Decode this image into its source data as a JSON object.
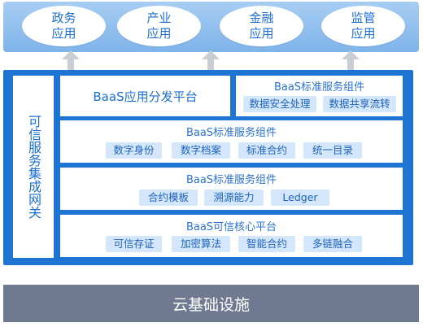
{
  "applications": {
    "items": [
      "政务\n应用",
      "产业\n应用",
      "金融\n应用",
      "监管\n应用"
    ]
  },
  "gateway": {
    "label": "可信服务集成网关"
  },
  "distribution_platform": {
    "label": "BaaS应用分发平台"
  },
  "service_component_top": {
    "title": "BaaS标准服务组件",
    "chips": [
      "数据安全处理",
      "数据共享流转"
    ]
  },
  "service_component_identity": {
    "title": "BaaS标准服务组件",
    "chips": [
      "数字身份",
      "数字档案",
      "标准合约",
      "统一目录"
    ]
  },
  "service_component_contract": {
    "title": "BaaS标准服务组件",
    "chips": [
      "合约模板",
      "溯源能力",
      "Ledger"
    ]
  },
  "core_platform": {
    "title": "BaaS可信核心平台",
    "chips": [
      "可信存证",
      "加密算法",
      "智能合约",
      "多链融合"
    ]
  },
  "cloud": {
    "label": "云基础设施"
  },
  "colors": {
    "frame_blue": "#1d74d3",
    "chip_bg": "#d4e6f9",
    "top_band": "#8fc0ee",
    "cloud_band": "#6f7a90"
  }
}
